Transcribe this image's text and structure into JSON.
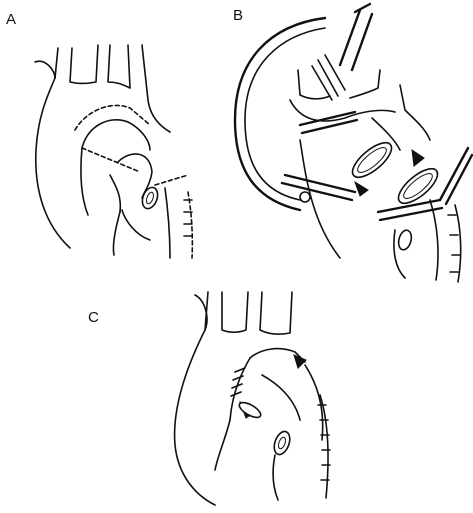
{
  "panels": [
    {
      "id": "A",
      "label": "A"
    },
    {
      "id": "B",
      "label": "B"
    },
    {
      "id": "C",
      "label": "C"
    }
  ],
  "colors": {
    "line": "#111111",
    "background": "#ffffff"
  }
}
